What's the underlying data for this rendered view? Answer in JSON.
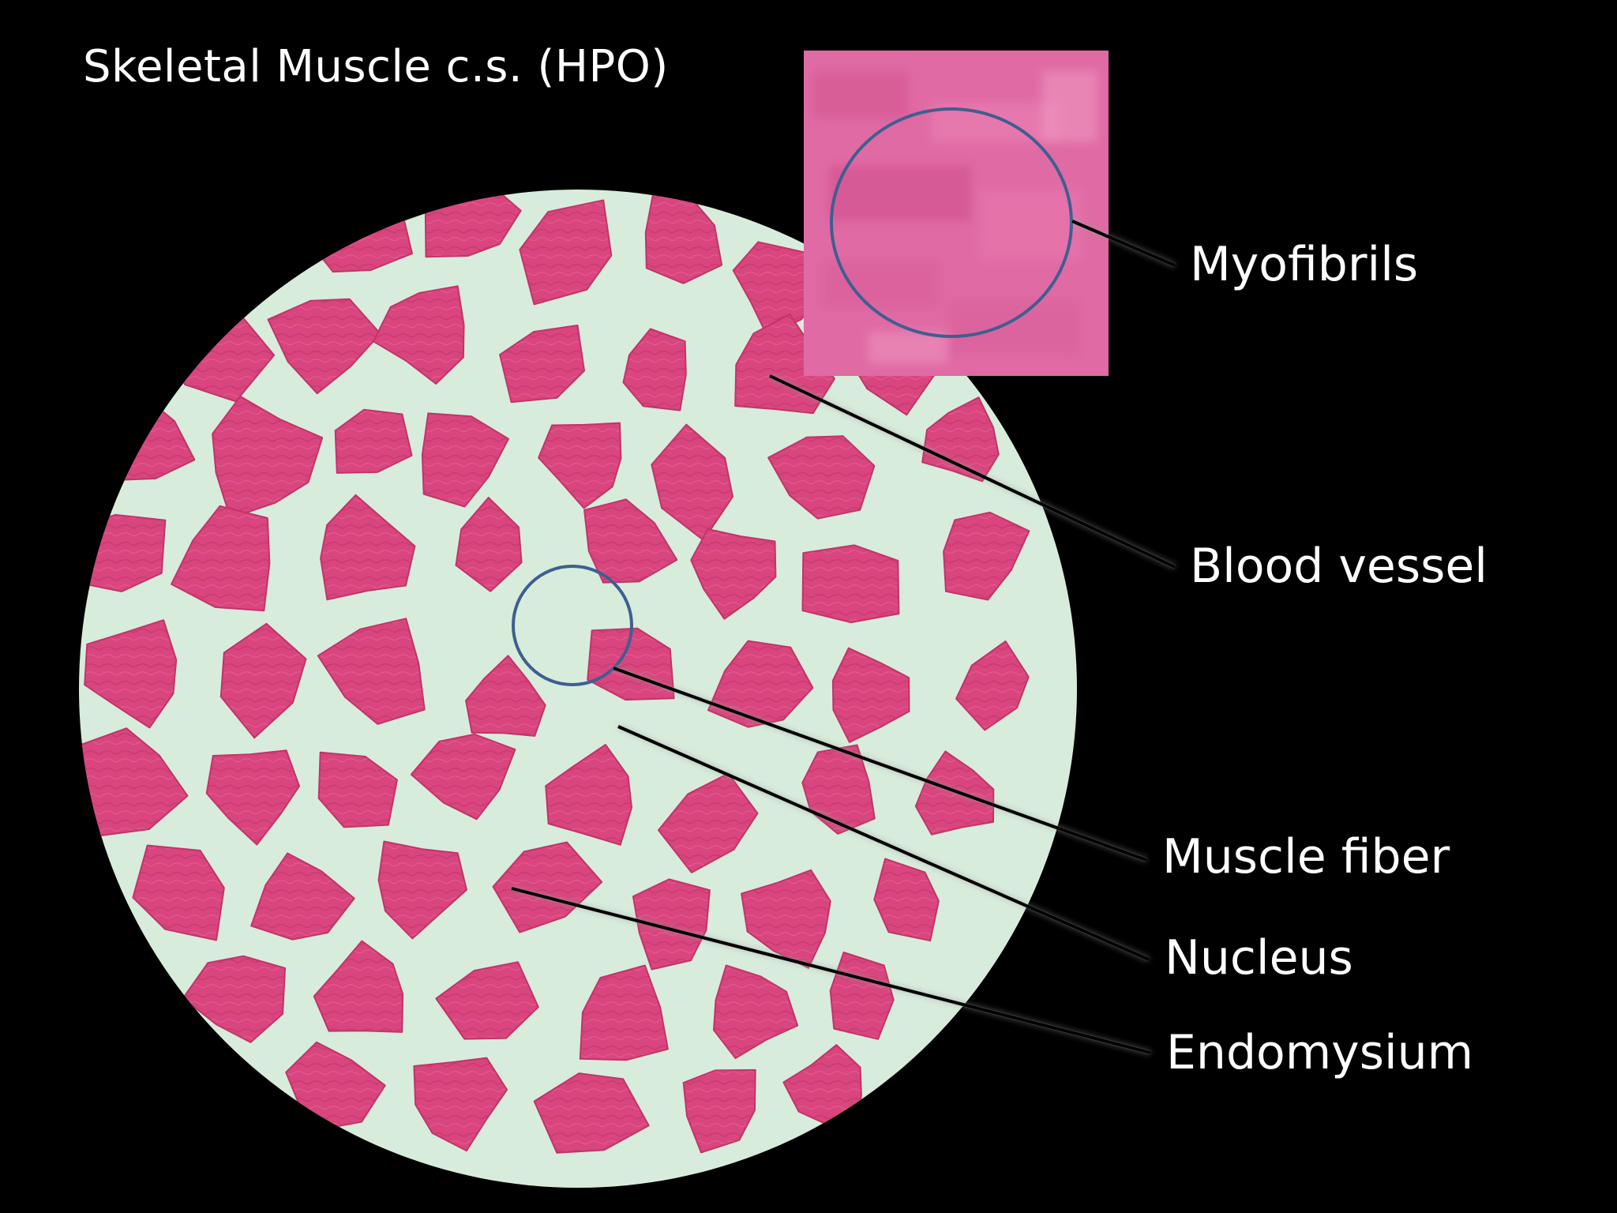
{
  "title": "Skeletal Muscle c.s. (HPO)",
  "labels": {
    "myofibrils": "Myofibrils",
    "blood_vessel": "Blood vessel",
    "muscle_fiber": "Muscle fiber",
    "nucleus": "Nucleus",
    "endomysium": "Endomysium"
  },
  "colors": {
    "background": "#000000",
    "connective_tissue": "#d8ecdc",
    "fiber": "#d9457e",
    "fiber_dark": "#c23466",
    "inset": "#e06aa4",
    "circle_outline": "#3e5f90",
    "text": "#ffffff"
  }
}
